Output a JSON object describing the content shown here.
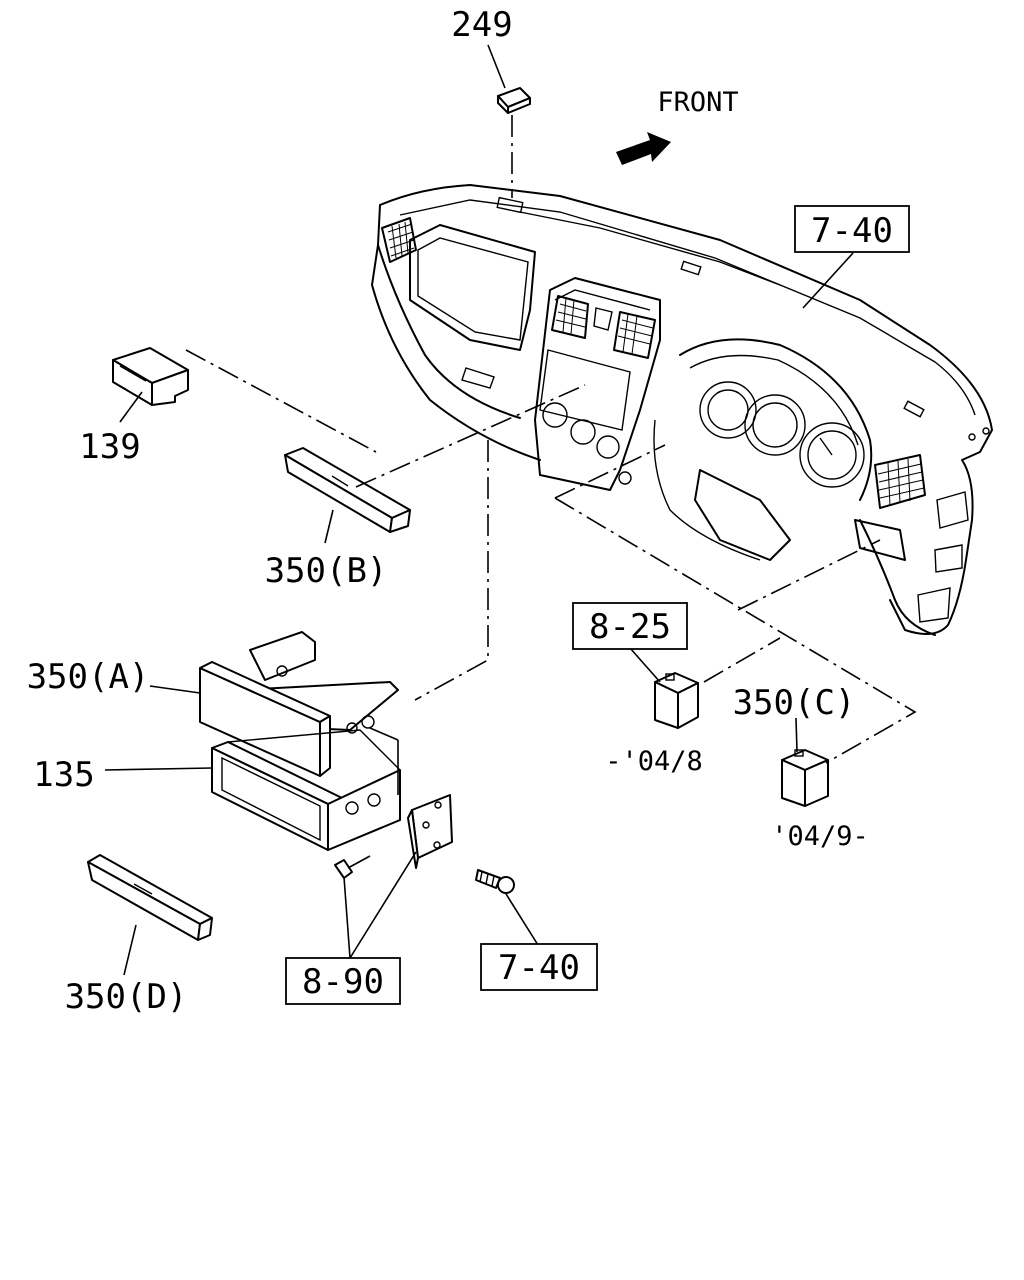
{
  "direction_label": "FRONT",
  "callouts": {
    "c249": "249",
    "c139": "139",
    "c350b": "350(B)",
    "c350a": "350(A)",
    "c135": "135",
    "c350d": "350(D)",
    "c350c": "350(C)"
  },
  "references": {
    "r740_top": "7-40",
    "r825": "8-25",
    "r890": "8-90",
    "r740_bottom": "7-40"
  },
  "date_notes": {
    "until": "-'04/8",
    "from": "'04/9-"
  }
}
